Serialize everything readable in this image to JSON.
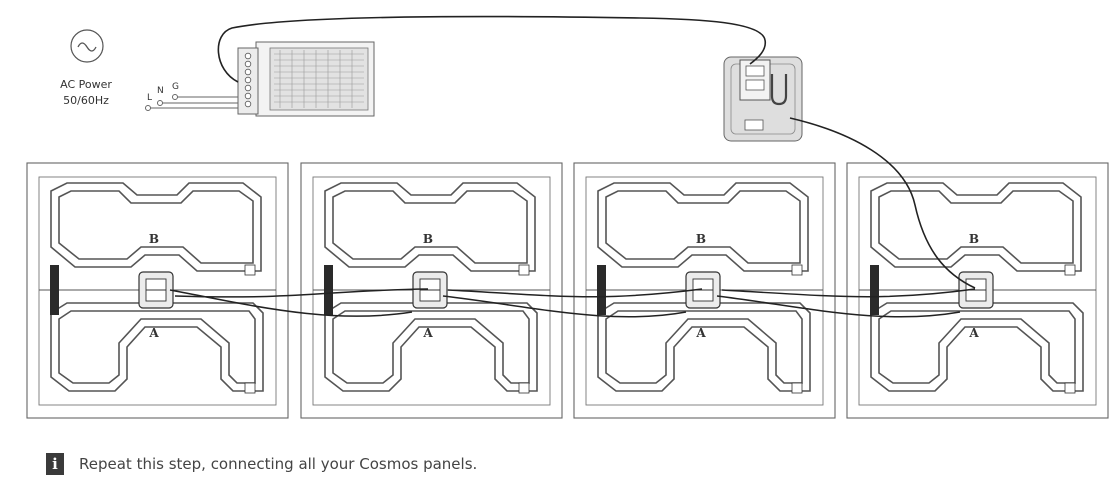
{
  "power": {
    "ac_label": "AC Power",
    "freq_label": "50/60Hz",
    "terminals": [
      "L",
      "N",
      "G"
    ],
    "icon": "ac-sine-icon"
  },
  "panels": [
    {
      "zone_top": "B",
      "zone_bottom": "A"
    },
    {
      "zone_top": "B",
      "zone_bottom": "A"
    },
    {
      "zone_top": "B",
      "zone_bottom": "A"
    },
    {
      "zone_top": "B",
      "zone_bottom": "A"
    }
  ],
  "note": {
    "icon": "info-icon",
    "icon_glyph": "i",
    "text": "Repeat this step, connecting all your Cosmos panels."
  }
}
